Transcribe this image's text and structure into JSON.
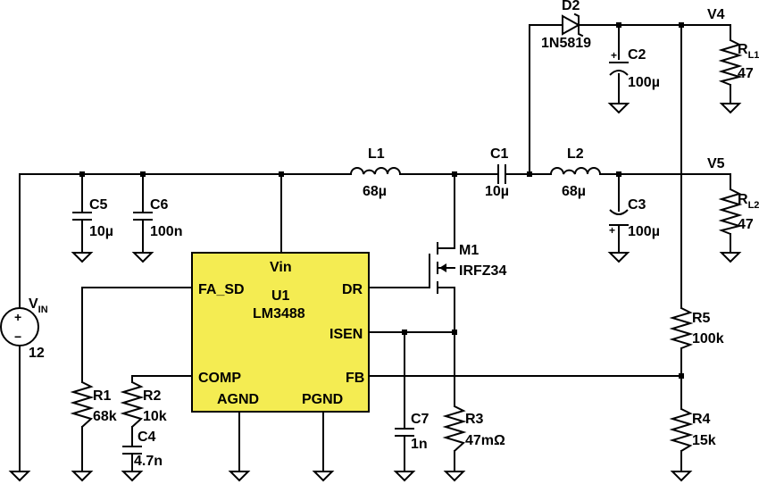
{
  "ic": {
    "name": "U1",
    "part": "LM3488",
    "fill": "#f4ec52",
    "pins": {
      "vin": "Vin",
      "fa_sd": "FA_SD",
      "dr": "DR",
      "isen": "ISEN",
      "comp": "COMP",
      "fb": "FB",
      "agnd": "AGND",
      "pgnd": "PGND"
    }
  },
  "source": {
    "name": "V",
    "sub": "IN",
    "value": "12"
  },
  "d2": {
    "name": "D2",
    "part": "1N5819"
  },
  "m1": {
    "name": "M1",
    "part": "IRFZ34"
  },
  "l1": {
    "name": "L1",
    "value": "68µ"
  },
  "l2": {
    "name": "L2",
    "value": "68µ"
  },
  "c1": {
    "name": "C1",
    "value": "10µ"
  },
  "c2": {
    "name": "C2",
    "value": "100µ"
  },
  "c3": {
    "name": "C3",
    "value": "100µ"
  },
  "c4": {
    "name": "C4",
    "value": "4.7n"
  },
  "c5": {
    "name": "C5",
    "value": "10µ"
  },
  "c6": {
    "name": "C6",
    "value": "100n"
  },
  "c7": {
    "name": "C7",
    "value": "1n"
  },
  "r1": {
    "name": "R1",
    "value": "68k"
  },
  "r2": {
    "name": "R2",
    "value": "10k"
  },
  "r3": {
    "name": "R3",
    "value": "47mΩ"
  },
  "r4": {
    "name": "R4",
    "value": "15k"
  },
  "r5": {
    "name": "R5",
    "value": "100k"
  },
  "rl1": {
    "name": "R",
    "sub": "L1",
    "value": "47"
  },
  "rl2": {
    "name": "R",
    "sub": "L2",
    "value": "47"
  },
  "nodes": {
    "v4": "V4",
    "v5": "V5"
  },
  "polarity": {
    "plus": "+",
    "minus": "−"
  }
}
